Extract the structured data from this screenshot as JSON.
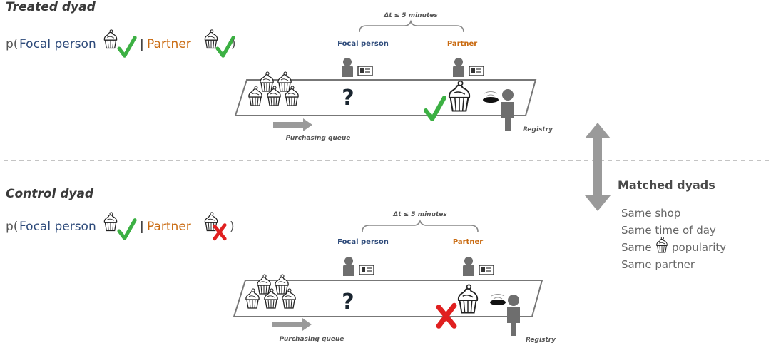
{
  "treated": {
    "title": "Treated dyad",
    "formula_open": "p(",
    "focal_label": "Focal person",
    "separator": "|",
    "partner_label": "Partner",
    "formula_close": ")",
    "delta_t": "Δt ≤ 5 minutes",
    "focal_role": "Focal person",
    "partner_role": "Partner",
    "question": "?",
    "queue_label": "Purchasing queue",
    "registry_label": "Registry",
    "focal_outcome": "check",
    "partner_outcome": "check"
  },
  "control": {
    "title": "Control dyad",
    "formula_open": "p(",
    "focal_label": "Focal person",
    "separator": "|",
    "partner_label": "Partner",
    "formula_close": ")",
    "delta_t": "Δt ≤ 5 minutes",
    "focal_role": "Focal person",
    "partner_role": "Partner",
    "question": "?",
    "queue_label": "Purchasing queue",
    "registry_label": "Registry",
    "focal_outcome": "check",
    "partner_outcome": "cross"
  },
  "matched": {
    "heading": "Matched dyads",
    "items": [
      "Same shop",
      "Same time of day",
      "Same",
      "popularity",
      "Same partner"
    ]
  },
  "colors": {
    "focal": "#2d4a7a",
    "partner": "#c96a10",
    "check": "#3cb043",
    "cross": "#e02020",
    "gray": "#8a8a8a",
    "figure": "#6e6e6e"
  },
  "icons": [
    "cupcake-icon",
    "person-icon",
    "id-card-icon",
    "check-icon",
    "cross-icon",
    "registry-icon",
    "arrow-icon"
  ]
}
